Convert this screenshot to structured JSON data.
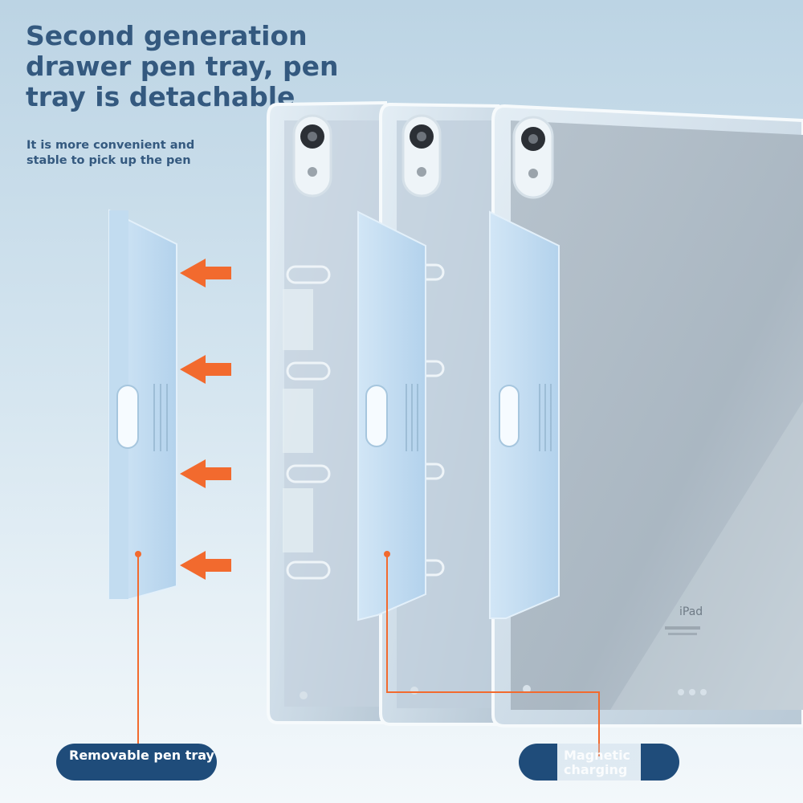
{
  "headline": "Second generation drawer pen tray, pen tray is detachable",
  "subtext": "It is more convenient and stable to pick up the pen",
  "device_label": "iPad",
  "callouts": {
    "left": "Removable pen tray",
    "right": "Magnetic charging"
  },
  "colors": {
    "headline": "#34597f",
    "arrow": "#f26a2e",
    "pen_tray": "#bcd7ee",
    "pill": "#1f4c7a",
    "leader_line": "#f26a2e"
  },
  "icons": [
    "arrow-left-icon",
    "camera-icon"
  ]
}
